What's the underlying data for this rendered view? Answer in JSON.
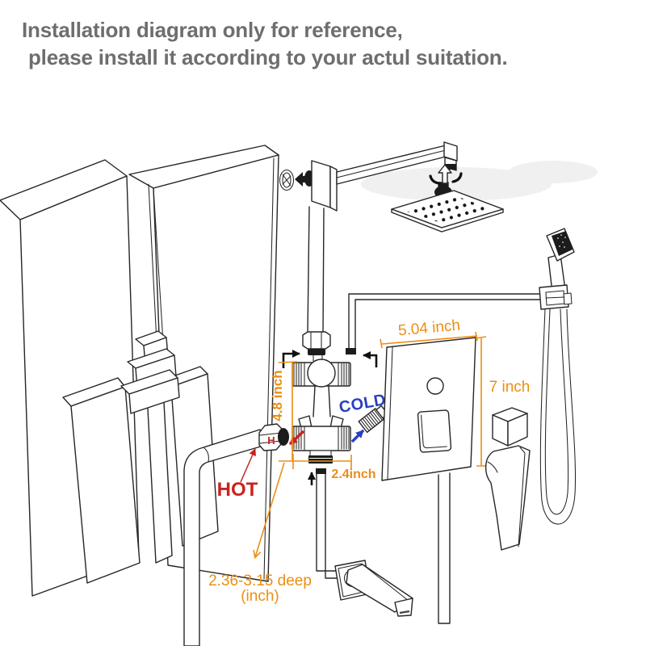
{
  "title": {
    "line1": "Installation diagram only for reference,",
    "line2": "please install it according to your actul suitation."
  },
  "labels": {
    "hot": "HOT",
    "cold": "COLD",
    "hot_port_marker": "H",
    "valve_port_distance": "4.8 inch",
    "valve_bottom_width": "2.4inch",
    "panel_width": "5.04 inch",
    "panel_height": "7 inch",
    "install_depth_line1": "2.36-3.15 deep",
    "install_depth_line2": "(inch)"
  },
  "colors": {
    "dim_orange": "#EC8E12",
    "hot_red": "#C8231E",
    "cold_blue": "#2840C0",
    "line_black": "#262626",
    "title_gray": "#6E6E6E",
    "shadow_gray": "#F0F0F0"
  }
}
